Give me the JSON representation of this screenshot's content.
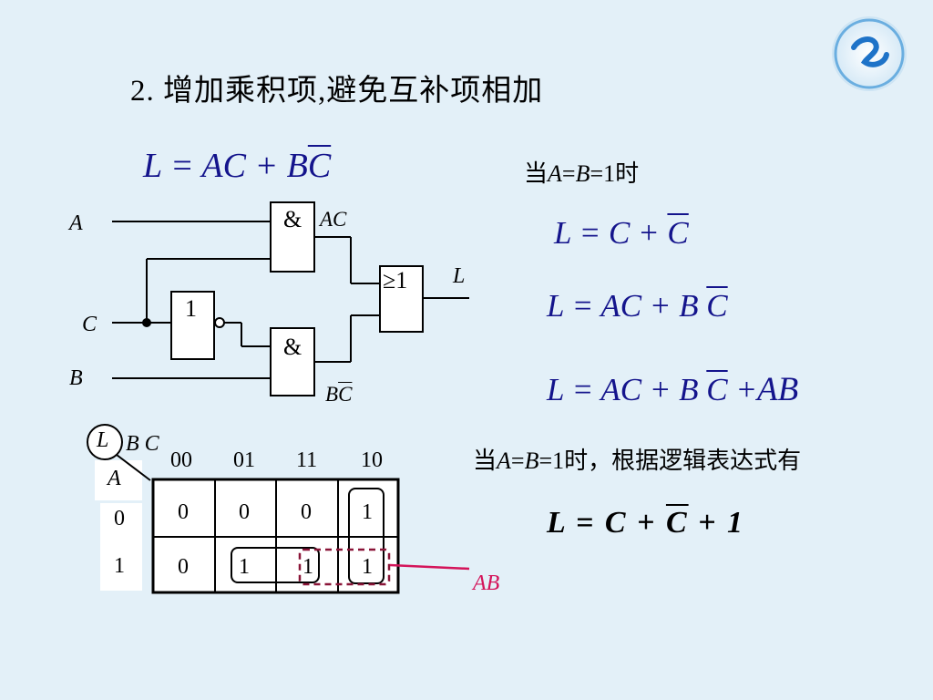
{
  "title": "2. 增加乘积项,避免互补项相加",
  "main_equation": {
    "left": "L = AC + B",
    "bar": "C"
  },
  "circuit": {
    "input_a": "A",
    "input_b": "B",
    "input_c": "C",
    "output": "L",
    "and_symbol": "&",
    "or_symbol": "≥1",
    "not_symbol": "1",
    "ac_label": "AC",
    "bc_label_b": "B",
    "bc_label_c": "C"
  },
  "condition_1": {
    "pre": "当",
    "var_a": "A",
    "eq1": "=",
    "var_b": "B",
    "post": "=1时"
  },
  "equations": [
    {
      "left": "L  =  C  +",
      "bar": "C"
    },
    {
      "left": "L  =  AC  +  B",
      "bar": "C"
    },
    {
      "left": "L  =  AC  +  B",
      "bar": "C",
      "extra_plus": "+",
      "extra_term": "AB"
    }
  ],
  "kmap": {
    "corner_label": "L",
    "col_vars": "B C",
    "row_var": "A",
    "col_headers": [
      "00",
      "01",
      "11",
      "10"
    ],
    "row_headers": [
      "0",
      "1"
    ],
    "cells": [
      [
        "0",
        "0",
        "0",
        "1"
      ],
      [
        "0",
        "1",
        "1",
        "1"
      ]
    ],
    "group_label": "AB",
    "group_color": "#d4145a"
  },
  "condition_2": {
    "pre": "当",
    "var_a": "A",
    "eq1": "=",
    "var_b": "B",
    "post": "=1时，根据逻辑表达式有"
  },
  "final_equation": {
    "left": "L = C +",
    "bar": "C",
    "right": "+ 1"
  }
}
